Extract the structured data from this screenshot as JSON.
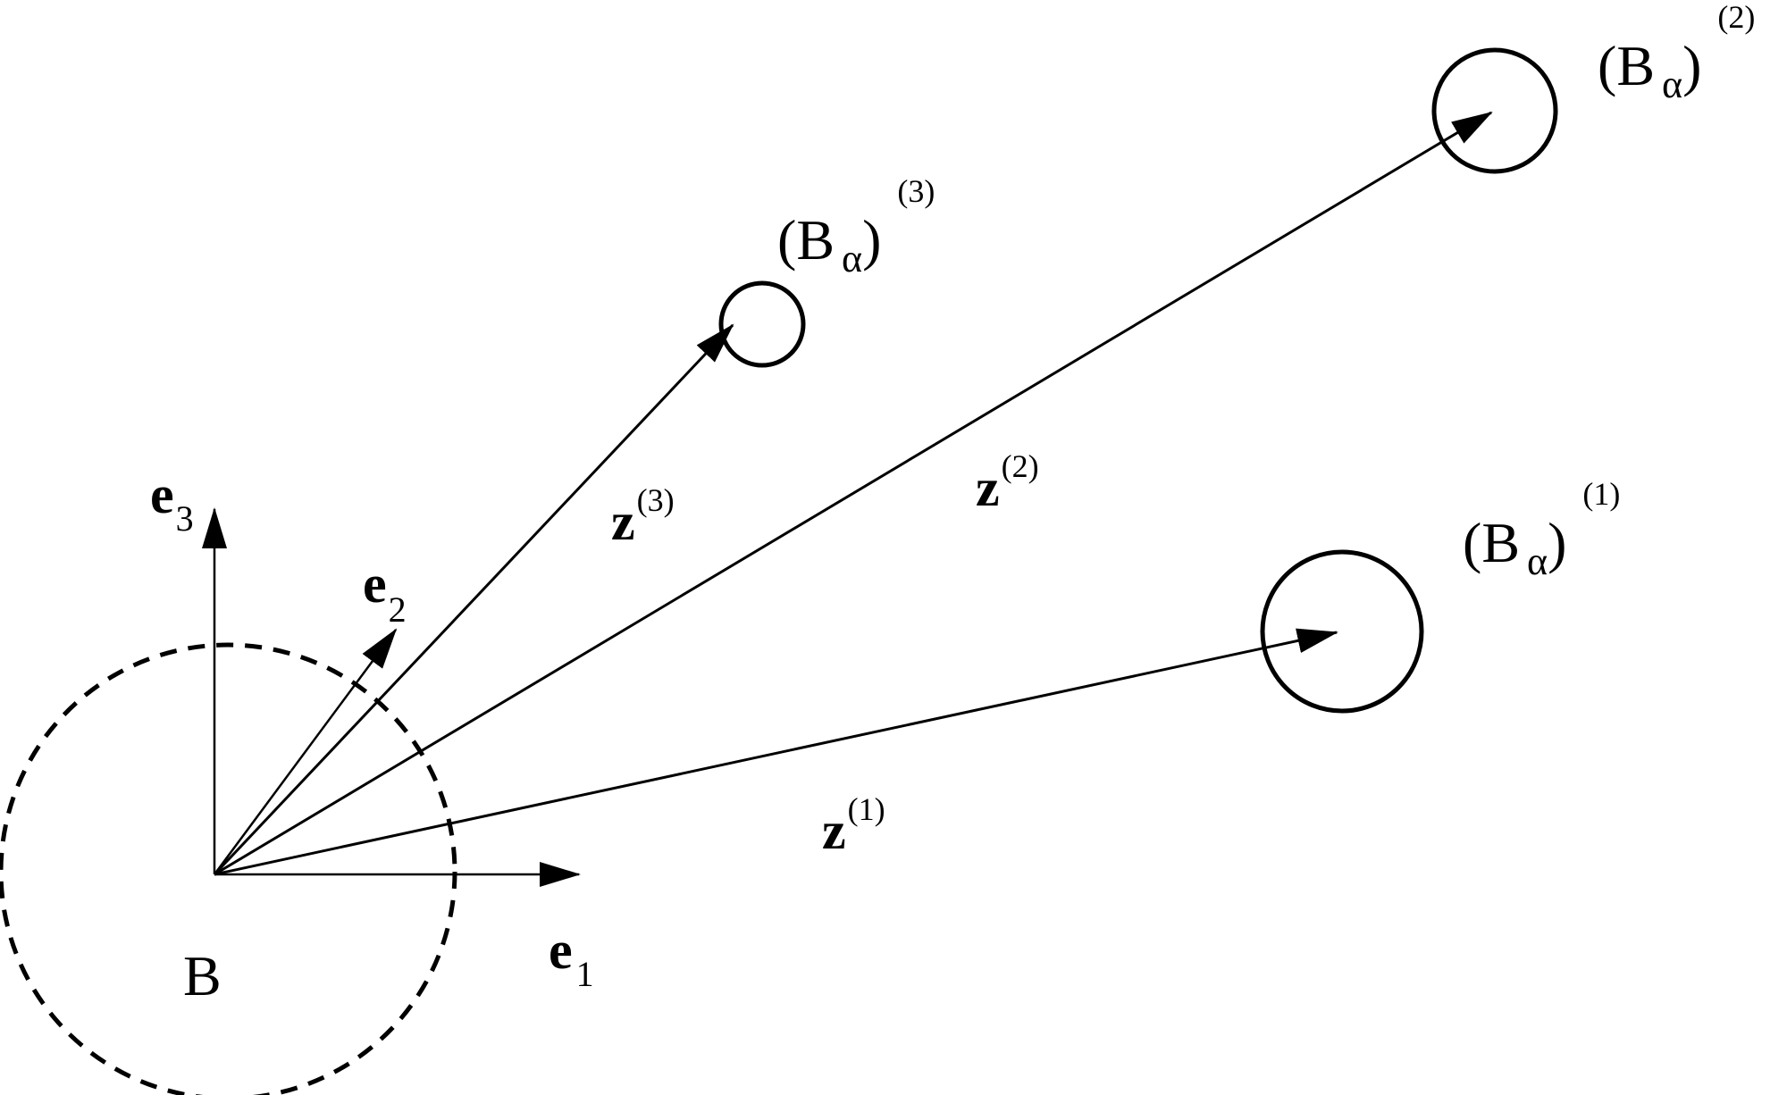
{
  "diagram": {
    "body_label": "B",
    "axes": {
      "e1": {
        "base": "e",
        "sub": "1"
      },
      "e2": {
        "base": "e",
        "sub": "2"
      },
      "e3": {
        "base": "e",
        "sub": "3"
      }
    },
    "vectors": {
      "z1": {
        "base": "z",
        "sup": "(1)"
      },
      "z2": {
        "base": "z",
        "sup": "(2)"
      },
      "z3": {
        "base": "z",
        "sup": "(3)"
      }
    },
    "inclusions": {
      "b1": {
        "open": "(B",
        "sub": "α",
        "close": ")",
        "sup": "(1)"
      },
      "b2": {
        "open": "(B",
        "sub": "α",
        "close": ")",
        "sup": "(2)"
      },
      "b3": {
        "open": "(B",
        "sub": "α",
        "close": ")",
        "sup": "(3)"
      }
    }
  }
}
